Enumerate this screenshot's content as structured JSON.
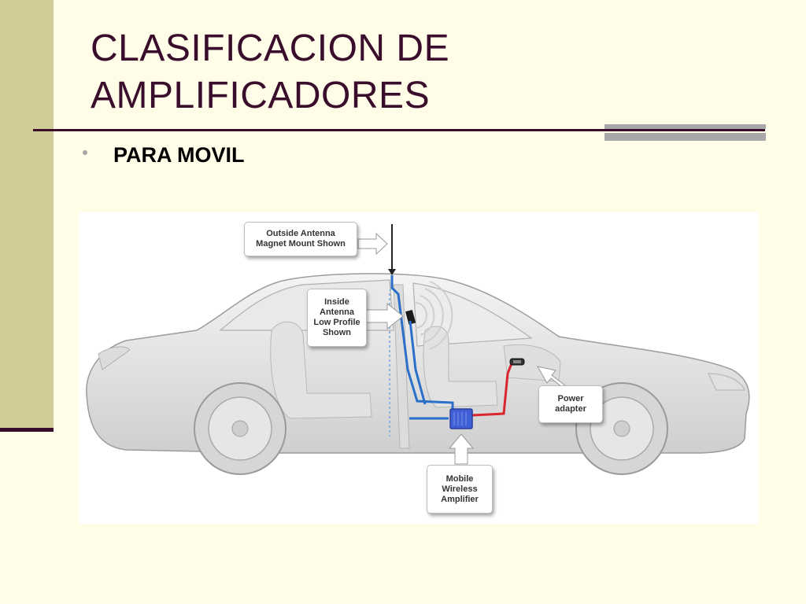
{
  "slide": {
    "title_line1": "CLASIFICACION DE",
    "title_line2": "AMPLIFICADORES",
    "bullet": "PARA MOVIL"
  },
  "diagram": {
    "labels": {
      "outside_antenna": "Outside Antenna\nMagnet Mount Shown",
      "inside_antenna": "Inside\nAntenna\nLow Profile\nShown",
      "power_adapter": "Power\nadapter",
      "amplifier": "Mobile\nWireless\nAmplifier"
    },
    "colors": {
      "cable_blue": "#2a6fc9",
      "cable_red": "#d8262e",
      "amplifier": "#3f5fd6"
    }
  },
  "theme": {
    "title_color": "#3a0d2c",
    "left_bar": "#cfcc98",
    "background": "#fffde8"
  }
}
